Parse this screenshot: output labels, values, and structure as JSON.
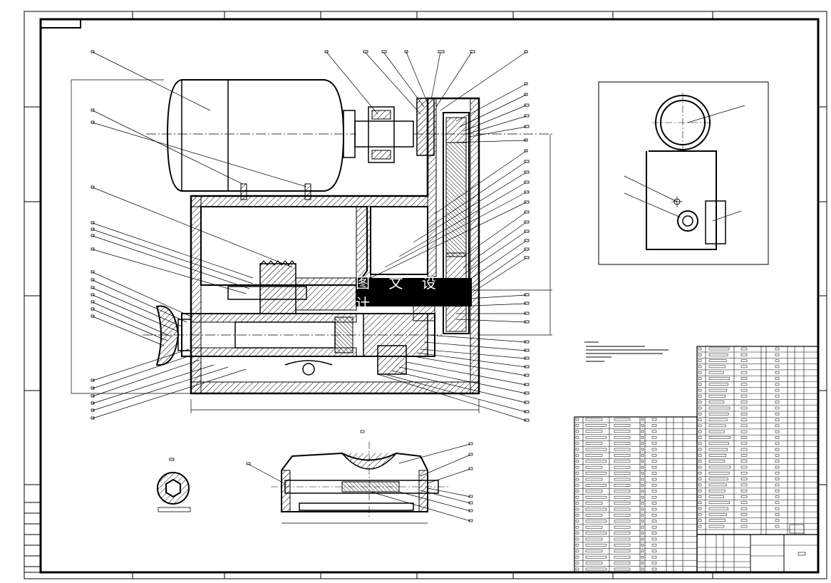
{
  "watermark": {
    "text": "图 文 设 计"
  },
  "drawing": {
    "views": [
      "main-assembly-view",
      "side-view",
      "bottom-section-view",
      "hex-shaft-section-detail"
    ],
    "colors": {
      "line": "#000000",
      "background": "#ffffff",
      "watermark_bg": "#000000",
      "watermark_text": "#ffffff"
    }
  }
}
